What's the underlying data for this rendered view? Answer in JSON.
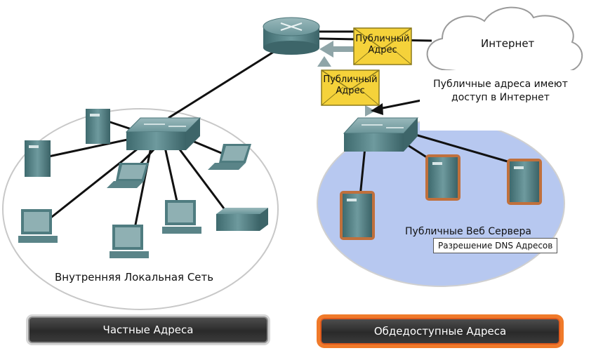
{
  "diagram": {
    "lan_label": "Внутренняя Локальная Сеть",
    "web_servers_label": "Публичные Веб Сервера",
    "internet_label": "Интернет",
    "callout_text": "Публичные адреса имеют доступ в Интернет",
    "envelope_1_text": "Публичный Адрес",
    "envelope_2_text": "Публичный Адрес",
    "tooltip_text": "Разрешение DNS Адресов"
  },
  "buttons": {
    "private_label": "Частные Адреса",
    "public_label": "Обдедоступные Адреса"
  },
  "colors": {
    "public_zone_fill": "#b7c8f0",
    "device_teal": "#4f7c80",
    "envelope_yellow": "#f5d23a",
    "button_public_border": "#f07a2a"
  },
  "icons": [
    "router-icon",
    "switch-icon",
    "server-icon",
    "desktop-computer-icon",
    "laptop-icon",
    "printer-icon",
    "cloud-icon",
    "envelope-icon"
  ]
}
